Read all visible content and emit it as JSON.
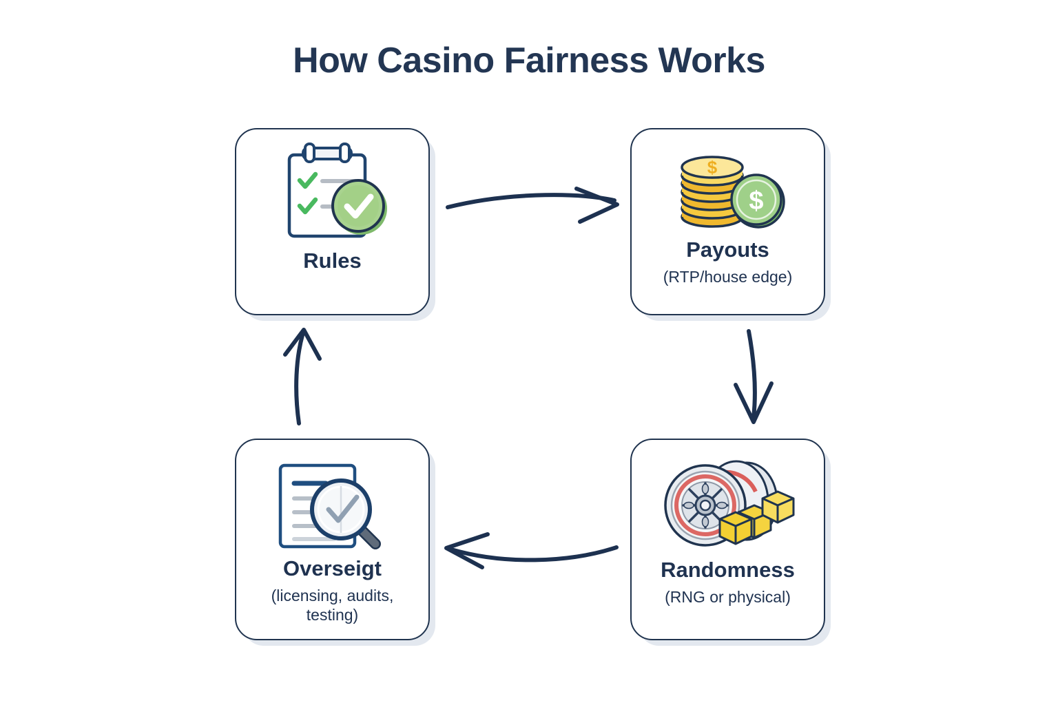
{
  "page": {
    "title": "How Casino Fairness Works",
    "background_color": "#ffffff",
    "text_color": "#1f3250",
    "accent_green": "#8cc96e",
    "accent_gold": "#f2c33a",
    "border_color": "#20344f"
  },
  "diagram": {
    "type": "cycle-flowchart",
    "node_count": 4,
    "nodes": [
      {
        "id": "rules",
        "label": "Rules",
        "subtitle": "",
        "icon": "clipboard-check-icon",
        "position": "top-left"
      },
      {
        "id": "payouts",
        "label": "Payouts",
        "subtitle": "(RTP/house edge)",
        "icon": "coin-stack-icon",
        "position": "top-right"
      },
      {
        "id": "randomness",
        "label": "Randomness",
        "subtitle": "(RNG or physical)",
        "icon": "roulette-dice-icon",
        "position": "bottom-right"
      },
      {
        "id": "oversight",
        "label": "Overseigt",
        "subtitle_line1": "(licensing, audits,",
        "subtitle_line2": "testing)",
        "subtitle": "(licensing, audits, testing)",
        "icon": "document-magnifier-icon",
        "position": "bottom-left"
      }
    ],
    "arrows": [
      {
        "id": "rules-to-payouts",
        "from": "rules",
        "to": "payouts",
        "direction": "right",
        "name": "arrow-rules-to-payouts"
      },
      {
        "id": "payouts-to-randomness",
        "from": "payouts",
        "to": "randomness",
        "direction": "down",
        "name": "arrow-payouts-to-randomness"
      },
      {
        "id": "randomness-to-oversight",
        "from": "randomness",
        "to": "oversight",
        "direction": "left",
        "name": "arrow-randomness-to-oversight"
      },
      {
        "id": "oversight-to-rules",
        "from": "oversight",
        "to": "rules",
        "direction": "up",
        "name": "arrow-oversight-to-rules"
      }
    ]
  }
}
